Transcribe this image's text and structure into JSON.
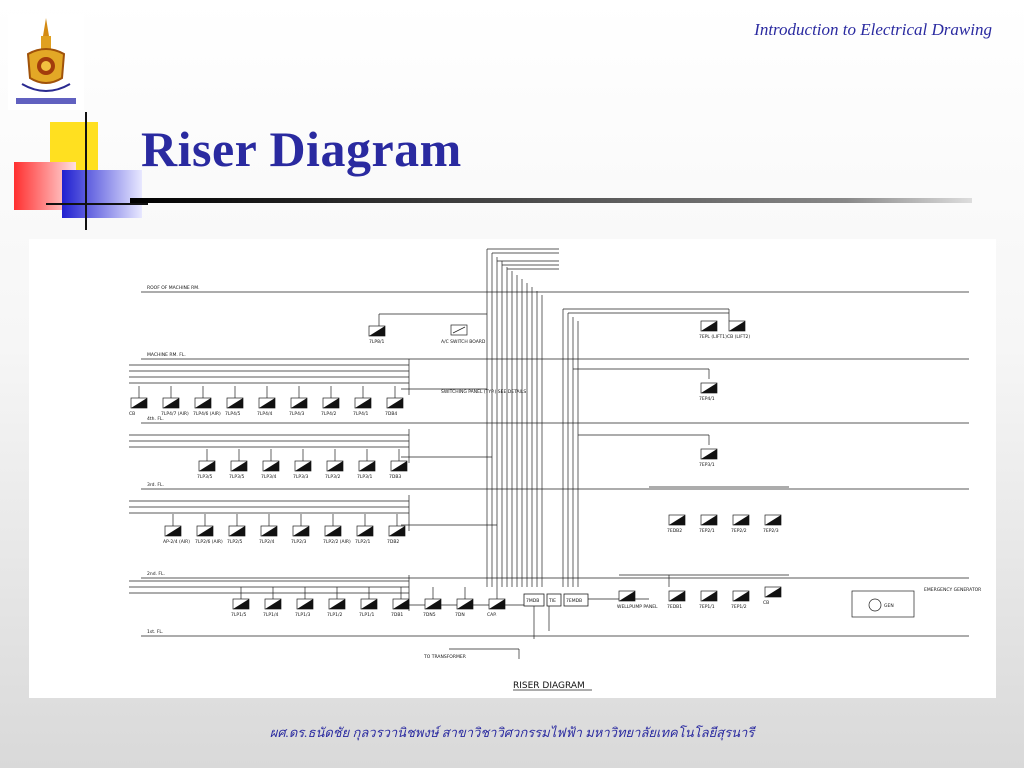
{
  "header": {
    "course_title": "Introduction to Electrical Drawing"
  },
  "slide": {
    "title": "Riser Diagram"
  },
  "diagram": {
    "caption": "RISER DIAGRAM",
    "to_transformer": "TO TRANSFORMER",
    "levels": [
      {
        "label": "ROOF OF MACHINE RM."
      },
      {
        "label": "MACHINE RM. FL."
      },
      {
        "label": "4th. FL."
      },
      {
        "label": "3rd. FL."
      },
      {
        "label": "2nd. FL."
      },
      {
        "label": "1st. FL."
      }
    ],
    "roof_panels": [
      {
        "label": "7LP8/1"
      },
      {
        "label": "A/C SWITCH BOARD"
      }
    ],
    "floor4_panels": [
      {
        "label": "CB"
      },
      {
        "label": "7LP4/7 (AIR)"
      },
      {
        "label": "7LP4/6 (AIR)"
      },
      {
        "label": "7LP4/5"
      },
      {
        "label": "7LP4/4"
      },
      {
        "label": "7LP4/3"
      },
      {
        "label": "7LP4/2"
      },
      {
        "label": "7LP4/1"
      },
      {
        "label": "7DB4"
      }
    ],
    "floor4_note": "SWITCHING PANEL (TYP.) SEE DETAILS",
    "floor3_panels": [
      {
        "label": "7LP3/5"
      },
      {
        "label": "7LP3/5"
      },
      {
        "label": "7LP3/4"
      },
      {
        "label": "7LP3/3"
      },
      {
        "label": "7LP3/2"
      },
      {
        "label": "7LP3/1"
      },
      {
        "label": "7DB3"
      }
    ],
    "floor2_panels": [
      {
        "label": "AP-2/4 (AIR)"
      },
      {
        "label": "7LP2/6 (AIR)"
      },
      {
        "label": "7LP2/5"
      },
      {
        "label": "7LP2/4"
      },
      {
        "label": "7LP2/3"
      },
      {
        "label": "7LP2/2 (AIR)"
      },
      {
        "label": "7LP2/1"
      },
      {
        "label": "7DB2"
      }
    ],
    "floor1_panels": [
      {
        "label": "7LP1/5"
      },
      {
        "label": "7LP1/4"
      },
      {
        "label": "7LP1/3"
      },
      {
        "label": "7LP1/2"
      },
      {
        "label": "7LP1/1"
      },
      {
        "label": "7DB1"
      },
      {
        "label": "7DN5"
      },
      {
        "label": "7DN"
      },
      {
        "label": "CAP."
      }
    ],
    "main_boards": [
      {
        "label": "7MDB"
      },
      {
        "label": "TIE"
      },
      {
        "label": "7EMDB"
      }
    ],
    "right_panels": [
      {
        "label": "7EPL (LIFT1)"
      },
      {
        "label": "CB (LIFT2)"
      },
      {
        "label": "7EP4/1"
      },
      {
        "label": "7EP3/1"
      },
      {
        "label": "7EDB2"
      },
      {
        "label": "7EP2/1"
      },
      {
        "label": "7EP2/2"
      },
      {
        "label": "7EP2/3"
      },
      {
        "label": "WELLPUMP PANEL"
      },
      {
        "label": "7EDB1"
      },
      {
        "label": "7EP1/1"
      },
      {
        "label": "7EP1/2"
      },
      {
        "label": "CB"
      }
    ],
    "generator": {
      "label": "GEN",
      "note": "EMERGENCY GENERATOR"
    }
  },
  "footer": {
    "text": "ผศ.ดร.ธนัดชัย กุลวรวานิชพงษ์ สาขาวิชาวิศวกรรมไฟฟ้า มหาวิทยาลัยเทคโนโลยีสุรนารี"
  }
}
